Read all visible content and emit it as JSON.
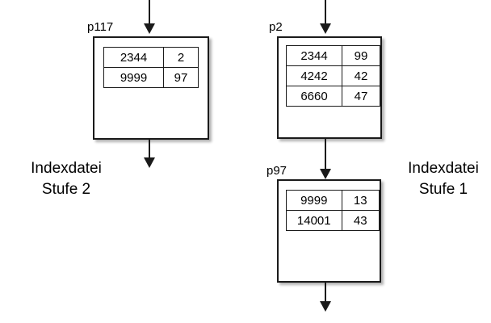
{
  "diagram": {
    "type": "b-tree-index-structure",
    "captions": [
      {
        "id": "level2",
        "line1": "Indexdatei",
        "line2": "Stufe 2"
      },
      {
        "id": "level1",
        "line1": "Indexdatei",
        "line2": "Stufe 1"
      }
    ],
    "nodes": [
      {
        "id": "p117",
        "label": "p117",
        "columns": [
          "key",
          "pointer"
        ],
        "rows": [
          {
            "key": "2344",
            "pointer": "2"
          },
          {
            "key": "9999",
            "pointer": "97"
          }
        ]
      },
      {
        "id": "p2",
        "label": "p2",
        "columns": [
          "key",
          "pointer"
        ],
        "rows": [
          {
            "key": "2344",
            "pointer": "99"
          },
          {
            "key": "4242",
            "pointer": "42"
          },
          {
            "key": "6660",
            "pointer": "47"
          }
        ]
      },
      {
        "id": "p97",
        "label": "p97",
        "columns": [
          "key",
          "pointer"
        ],
        "rows": [
          {
            "key": "9999",
            "pointer": "13"
          },
          {
            "key": "14001",
            "pointer": "43"
          }
        ]
      }
    ],
    "arrows": [
      {
        "id": "into-p117",
        "direction": "down"
      },
      {
        "id": "out-of-p117",
        "direction": "down"
      },
      {
        "id": "into-p2",
        "direction": "down"
      },
      {
        "id": "p2-to-p97",
        "direction": "down"
      },
      {
        "id": "out-of-p97",
        "direction": "down"
      }
    ],
    "colors": {
      "stroke": "#1a1a1a",
      "background": "#ffffff",
      "text": "#000000"
    }
  }
}
